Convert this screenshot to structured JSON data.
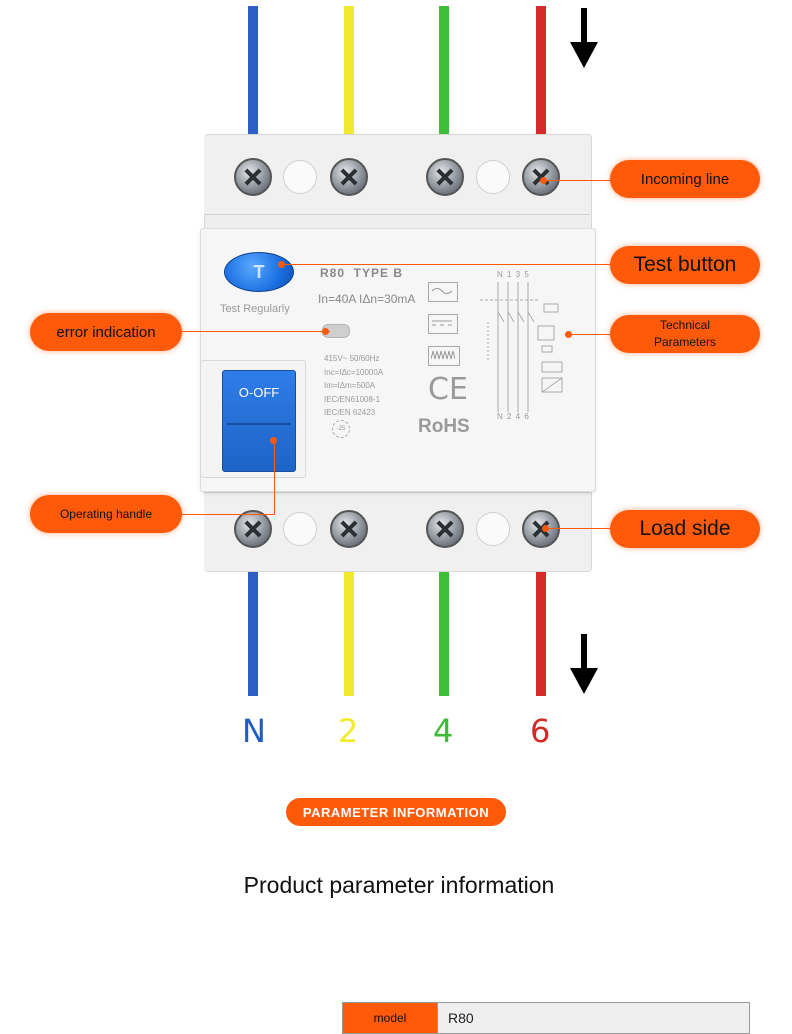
{
  "callouts": {
    "incoming_line": "Incoming line",
    "test_button": "Test button",
    "error_indication": "error indication",
    "technical_parameters_1": "Technical",
    "technical_parameters_2": "Parameters",
    "operating_handle": "Operating handle",
    "load_side": "Load side"
  },
  "device": {
    "test_button_letter": "T",
    "test_regularly": "Test Regularly",
    "model_line": "R80  TYPE B",
    "rating_line": "In=40A IΔn=30mA",
    "spec_lines": [
      "415V~ 50/60Hz",
      "Inc=IΔc=10000A",
      "Im=IΔm=500A",
      "IEC/EN61008-1",
      "IEC/EN 62423"
    ],
    "handle_label": "O-OFF",
    "ce_mark": "CE",
    "rohs_mark": "RoHS",
    "schematic_top": "N 1 3 5",
    "schematic_bottom": "N 2 4 6",
    "temp_mark": "-25"
  },
  "phases": [
    {
      "label": "N",
      "color": "#1f5fbf"
    },
    {
      "label": "2",
      "color": "#f2ea2a"
    },
    {
      "label": "4",
      "color": "#3dbb34"
    },
    {
      "label": "6",
      "color": "#d42a26"
    }
  ],
  "wire_colors": {
    "blue": "#2d5fc4",
    "yellow": "#f0e82c",
    "green": "#3fbf38",
    "red": "#d42b2b"
  },
  "accent_color": "#ff5a0a",
  "section": {
    "pill": "PARAMETER INFORMATION",
    "title": "Product parameter information"
  },
  "table": {
    "rows": [
      {
        "key": "model",
        "value": "R80"
      }
    ]
  }
}
